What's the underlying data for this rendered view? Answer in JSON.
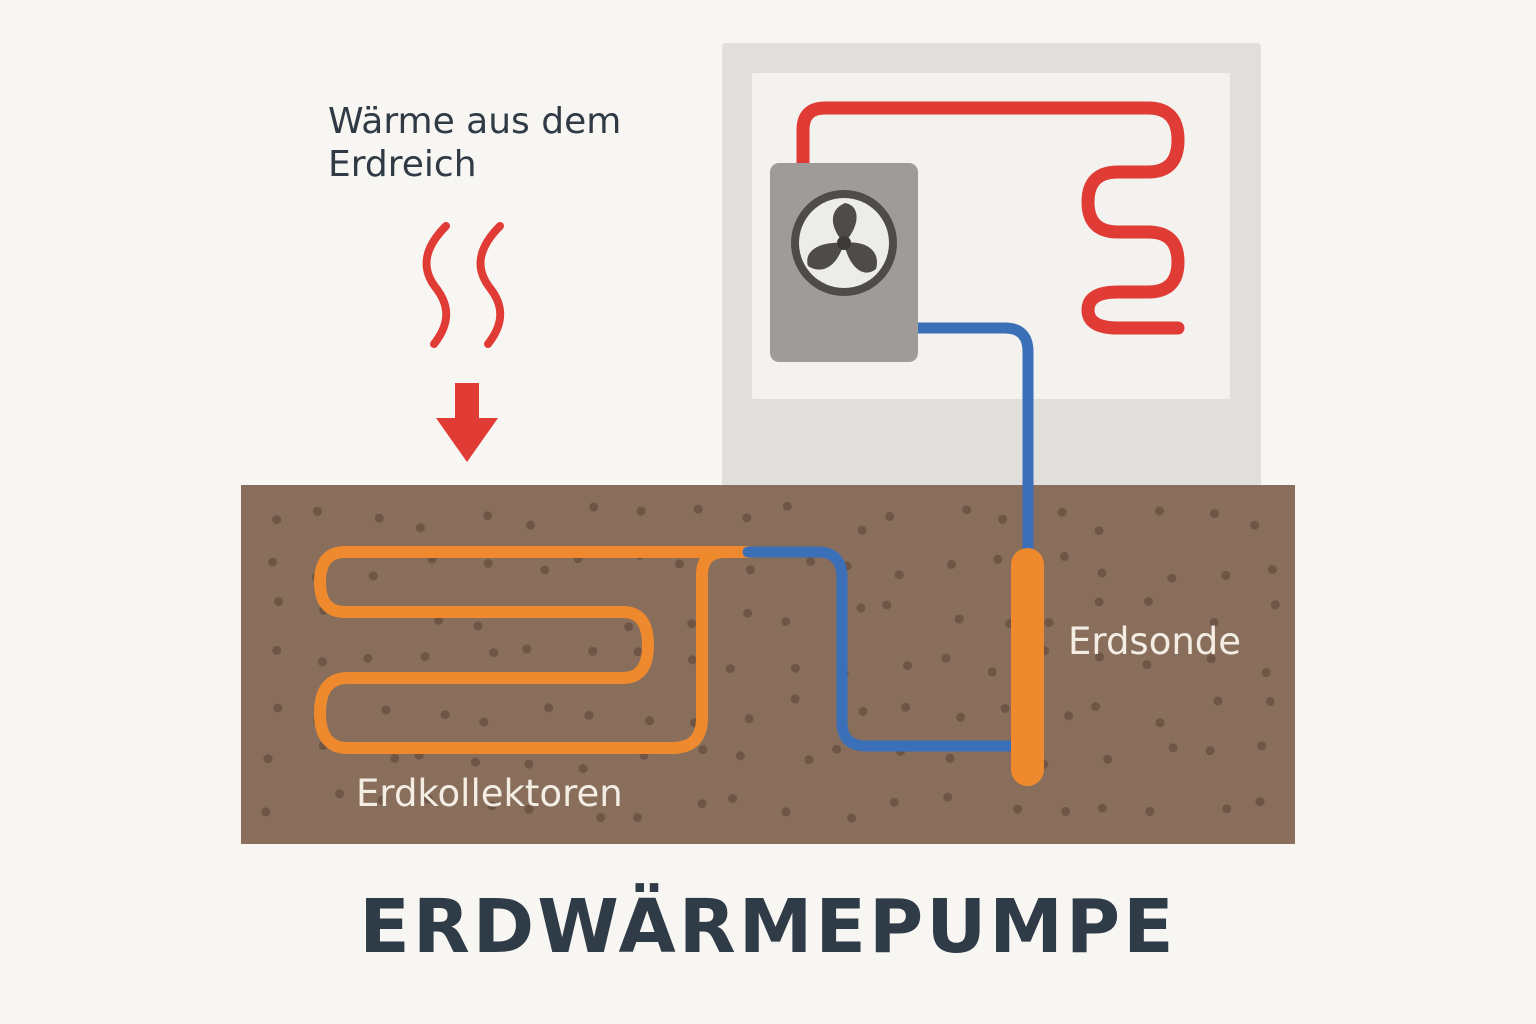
{
  "heat_label": {
    "line1": "Wärme aus dem",
    "line2": "Erdreich"
  },
  "labels": {
    "collectors": "Erdkollektoren",
    "probe": "Erdsonde"
  },
  "title": "ERDWÄRMEPUMPE",
  "colors": {
    "background": "#f8f6f2",
    "soil": "#8a6e5c",
    "soil_dots": "#6e5546",
    "house_outer": "#e0dfdc",
    "house_inner": "#f3f2ee",
    "hot_pipe": "#e03b35",
    "cold_pipe": "#3b6fb8",
    "collector": "#ee8a2d",
    "unit": "#9f9b99",
    "text_dark": "#2f3b47"
  },
  "icons": [
    "heat-waves-icon",
    "down-arrow-icon",
    "fan-icon"
  ]
}
